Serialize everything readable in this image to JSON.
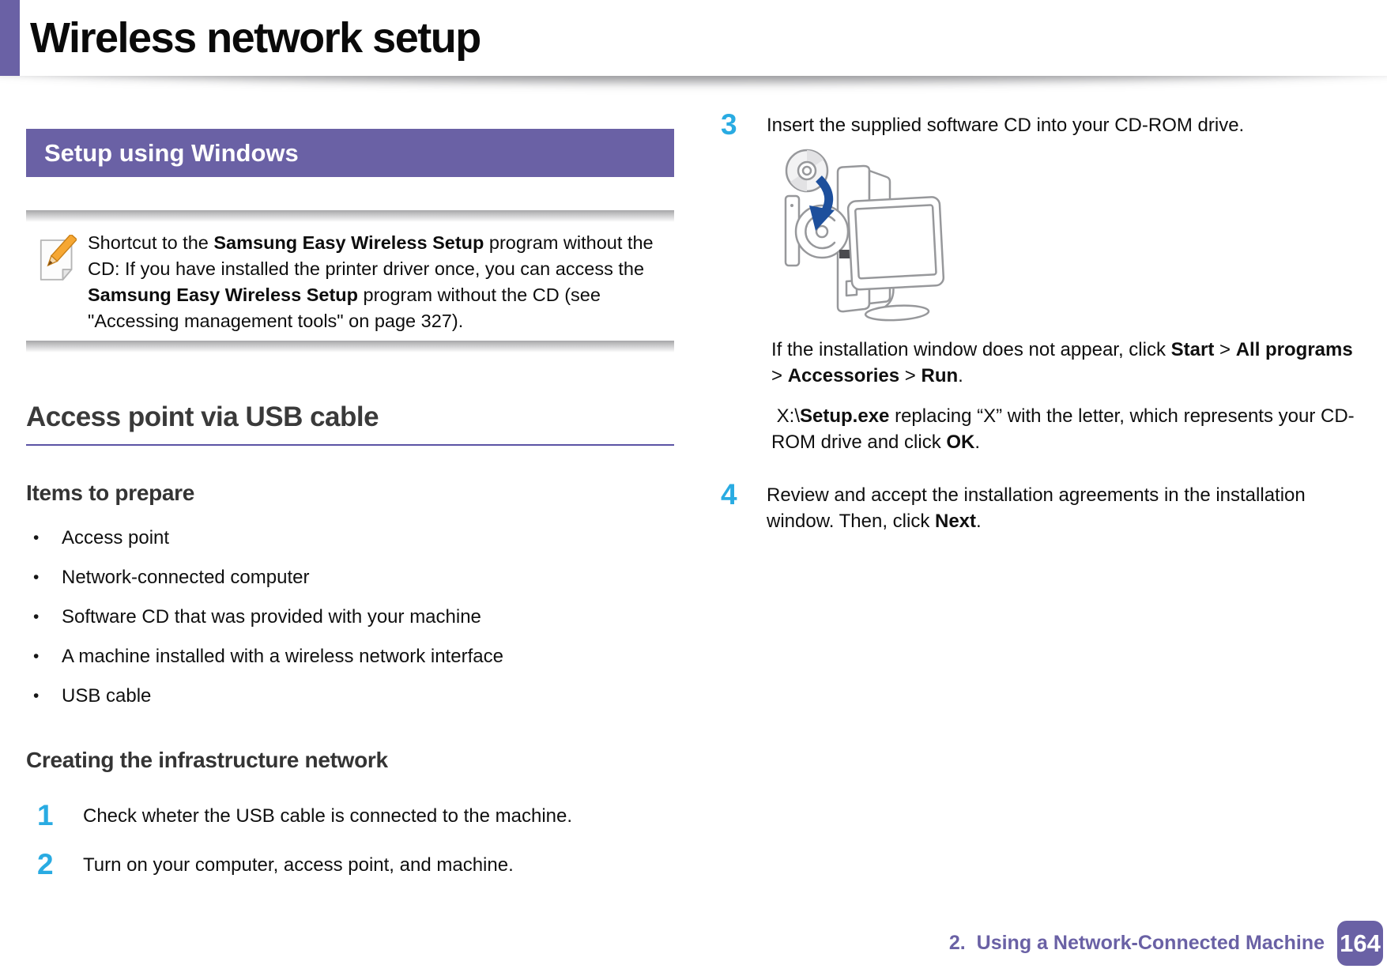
{
  "glyphs": {
    "bullet": "•"
  },
  "header": {
    "title": "Wireless network setup"
  },
  "left": {
    "banner_title": "Setup using Windows",
    "note_text": [
      {
        "t": "Shortcut to the "
      },
      {
        "t": "Samsung Easy Wireless Setup",
        "b": true
      },
      {
        "t": " program without the CD: If you have installed the printer driver once, you can access the "
      },
      {
        "t": "Samsung Easy Wireless Setup",
        "b": true
      },
      {
        "t": " program without the CD (see \"Accessing management tools\" on page 327)."
      }
    ],
    "section_title": "Access point via USB cable",
    "items_heading": "Items to prepare",
    "items": [
      "Access point",
      "Network-connected computer",
      "Software CD that was provided with your machine",
      "A machine installed with a wireless network interface",
      "USB cable"
    ],
    "infra_heading": "Creating the infrastructure network",
    "step1": {
      "num": "1",
      "text": [
        {
          "t": "Check wheter the USB cable is connected to the machine."
        }
      ]
    },
    "step2": {
      "num": "2",
      "text": [
        {
          "t": "Turn on your computer, access point, and machine."
        }
      ]
    }
  },
  "right": {
    "step3": {
      "num": "3",
      "text": [
        {
          "t": "Insert the supplied software CD into your CD-ROM drive."
        }
      ]
    },
    "para_no_window": [
      {
        "t": "If the installation window does not appear, click "
      },
      {
        "t": "Start",
        "b": true
      },
      {
        "t": " > "
      },
      {
        "t": "All programs",
        "b": true
      },
      {
        "t": " > "
      },
      {
        "t": "Accessories",
        "b": true
      },
      {
        "t": " > "
      },
      {
        "t": "Run",
        "b": true
      },
      {
        "t": "."
      }
    ],
    "para_setup_exe": [
      {
        "t": " X:\\"
      },
      {
        "t": "Setup.exe",
        "b": true
      },
      {
        "t": " replacing “X” with the letter, which represents your CD-ROM drive and click "
      },
      {
        "t": "OK",
        "b": true
      },
      {
        "t": "."
      }
    ],
    "step4": {
      "num": "4",
      "text": [
        {
          "t": "Review and accept the installation agreements in the installation window. Then, click "
        },
        {
          "t": "Next",
          "b": true
        },
        {
          "t": "."
        }
      ]
    }
  },
  "footer": {
    "chapter": "2.  Using a Network-Connected Machine",
    "page_number": "164"
  },
  "colors": {
    "accent_purple": "#6a61a5",
    "step_number_blue": "#29abe2",
    "heading_gray": "#3a3a3a",
    "arrow_blue": "#1d4f9c"
  }
}
